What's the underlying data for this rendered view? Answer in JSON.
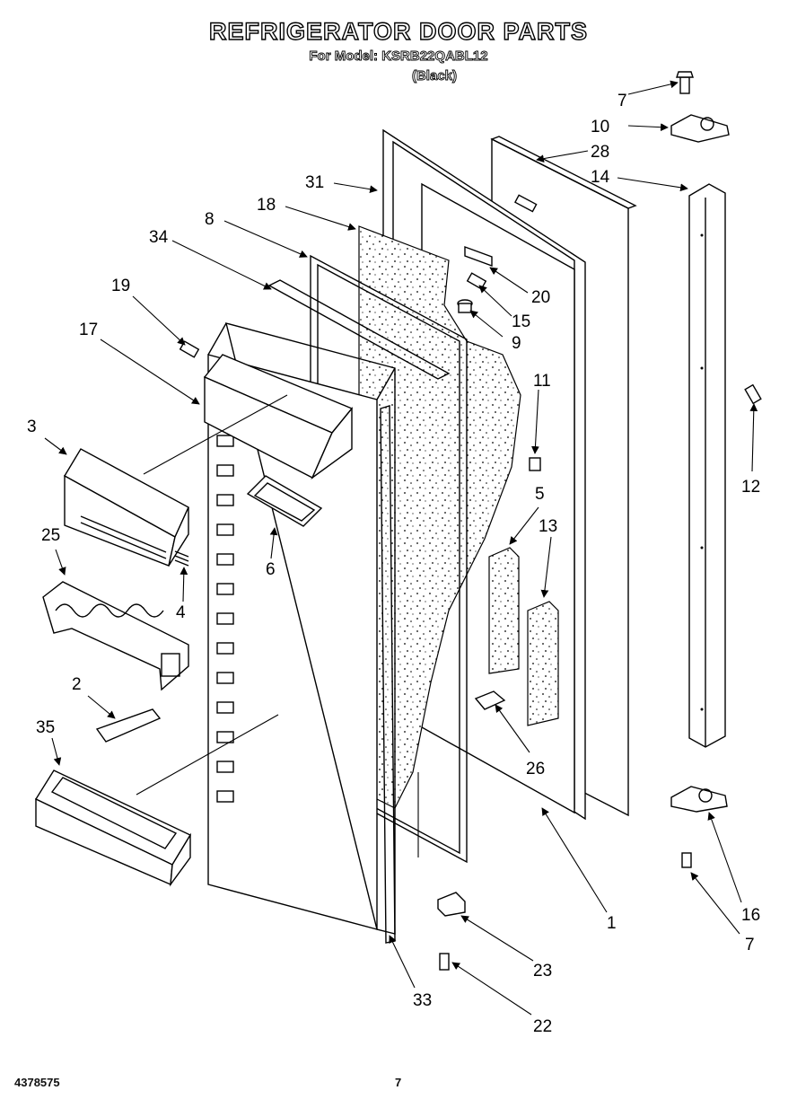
{
  "header": {
    "title": "REFRIGERATOR DOOR PARTS",
    "model_line": "For Model: KSRB22QABL12",
    "color_line": "(Black)"
  },
  "footer": {
    "doc_number": "4378575",
    "page_number": "7"
  },
  "callouts": [
    {
      "id": "c7a",
      "text": "7"
    },
    {
      "id": "c10",
      "text": "10"
    },
    {
      "id": "c28",
      "text": "28"
    },
    {
      "id": "c14",
      "text": "14"
    },
    {
      "id": "c31",
      "text": "31"
    },
    {
      "id": "c18",
      "text": "18"
    },
    {
      "id": "c8",
      "text": "8"
    },
    {
      "id": "c34",
      "text": "34"
    },
    {
      "id": "c19",
      "text": "19"
    },
    {
      "id": "c20",
      "text": "20"
    },
    {
      "id": "c15",
      "text": "15"
    },
    {
      "id": "c9",
      "text": "9"
    },
    {
      "id": "c17",
      "text": "17"
    },
    {
      "id": "c11",
      "text": "11"
    },
    {
      "id": "c12",
      "text": "12"
    },
    {
      "id": "c3",
      "text": "3"
    },
    {
      "id": "c5",
      "text": "5"
    },
    {
      "id": "c13",
      "text": "13"
    },
    {
      "id": "c6",
      "text": "6"
    },
    {
      "id": "c25",
      "text": "25"
    },
    {
      "id": "c4",
      "text": "4"
    },
    {
      "id": "c2",
      "text": "2"
    },
    {
      "id": "c35",
      "text": "35"
    },
    {
      "id": "c26",
      "text": "26"
    },
    {
      "id": "c16",
      "text": "16"
    },
    {
      "id": "c1",
      "text": "1"
    },
    {
      "id": "c7b",
      "text": "7"
    },
    {
      "id": "c23",
      "text": "23"
    },
    {
      "id": "c33",
      "text": "33"
    },
    {
      "id": "c22",
      "text": "22"
    }
  ]
}
